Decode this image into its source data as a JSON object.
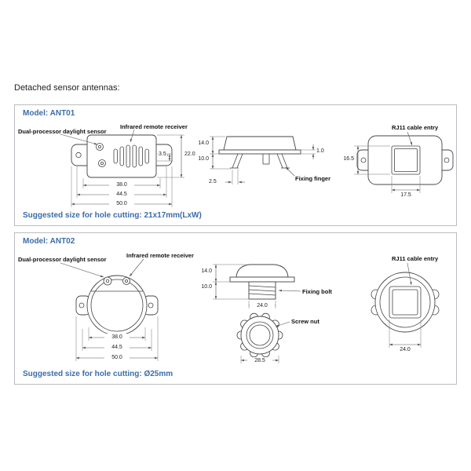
{
  "page": {
    "title": "Detached sensor antennas:"
  },
  "panels": [
    {
      "model": "Model: ANT01",
      "labels": {
        "daylight": "Dual-processor daylight sensor",
        "infrared": "Infrared remote receiver",
        "fixing": "Fixing finger",
        "rj11": "RJ11 cable entry"
      },
      "dims": {
        "front_inner_w": "38.0",
        "front_mid_w": "44.5",
        "front_outer_w": "50.0",
        "front_offset": "3.5",
        "front_h": "22.0",
        "side_total_h": "14.0",
        "side_body_h": "10.0",
        "flange_t": "1.0",
        "finger_w": "2.5",
        "rear_hole_h": "16.5",
        "rear_hole_w": "17.5"
      },
      "note": "Suggested size for hole cutting: 21x17mm(LxW)"
    },
    {
      "model": "Model: ANT02",
      "labels": {
        "daylight": "Dual-processor daylight sensor",
        "infrared": "Infrared remote receiver",
        "fixing": "Fixing bolt",
        "nut": "Screw nut",
        "rj11": "RJ11 cable entry"
      },
      "dims": {
        "front_inner_w": "38.0",
        "front_mid_w": "44.5",
        "front_outer_w": "50.0",
        "side_total_h": "14.0",
        "side_body_h": "10.0",
        "bolt_w": "24.0",
        "nut_w": "28.5",
        "rear_hole_w": "24.0"
      },
      "note": "Suggested size for hole cutting: Ø25mm"
    }
  ]
}
